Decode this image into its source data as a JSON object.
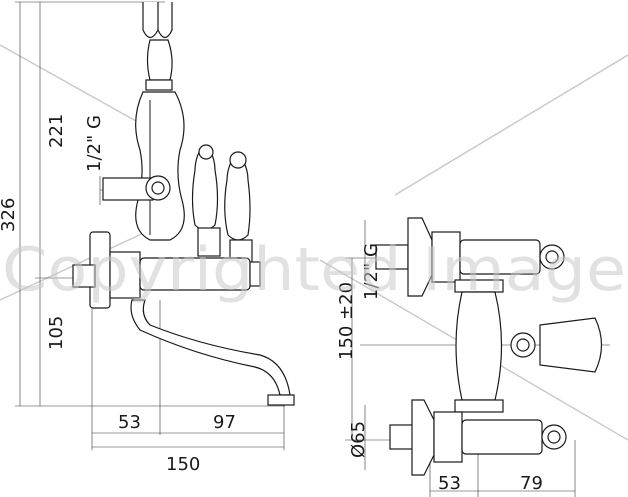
{
  "dimensions": {
    "side_view": {
      "total_height": "326",
      "upper_height": "221",
      "thread": "1/2\" G",
      "lower_height": "105",
      "spout_offset": "53",
      "spout_reach": "97",
      "total_width": "150"
    },
    "front_view": {
      "thread": "1/2\" G",
      "center_distance": "150 ±20",
      "diameter": "Ø65",
      "offset_left": "53",
      "offset_right": "79"
    }
  },
  "watermark": "Copyrighted Image",
  "colors": {
    "line": "#1a1a1a",
    "watermark": "#c8c8c8"
  }
}
